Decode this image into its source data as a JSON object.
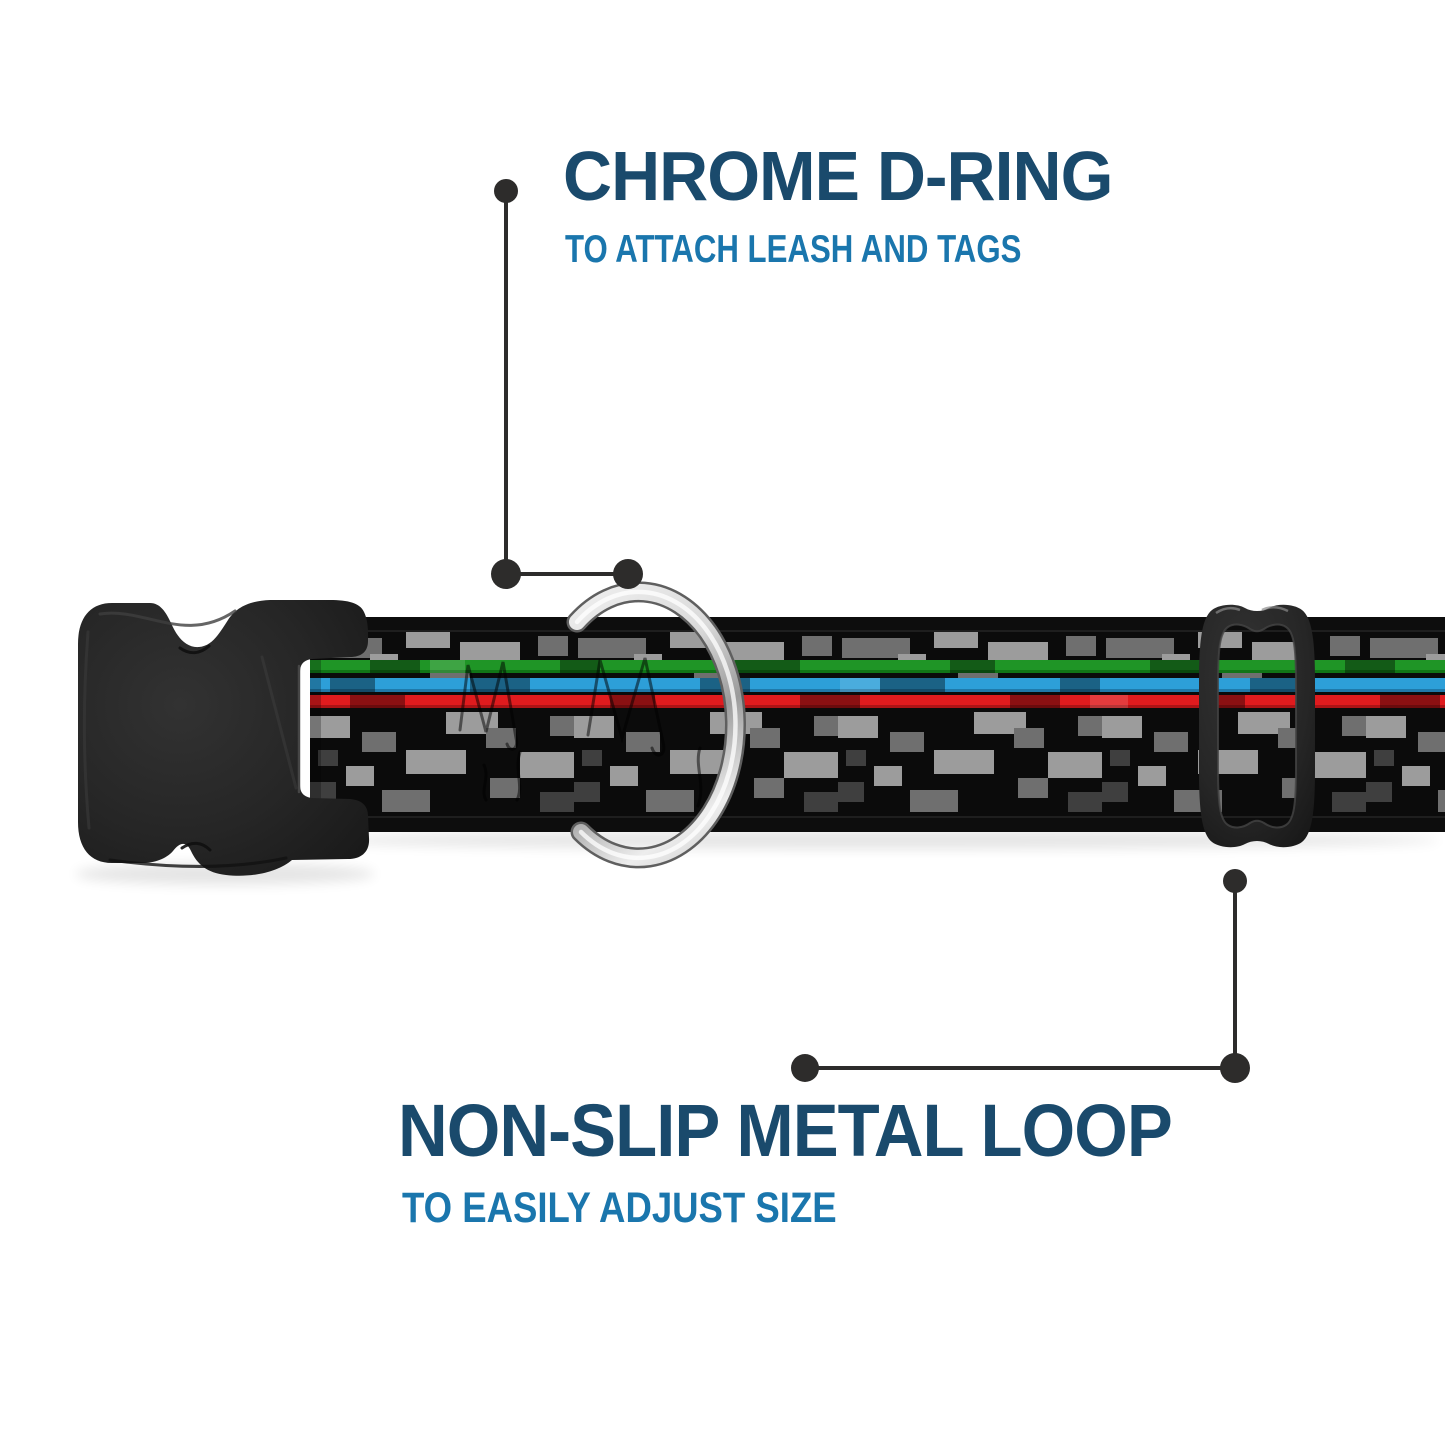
{
  "annotations": {
    "top": {
      "title": "CHROME D-RING",
      "subtitle": "TO ATTACH LEASH AND TAGS"
    },
    "bottom": {
      "title": "NON-SLIP METAL LOOP",
      "subtitle": "TO EASILY ADJUST SIZE"
    }
  },
  "colors": {
    "background": "#ffffff",
    "title_navy": "#1a4a6c",
    "subtitle_blue": "#1a76ad",
    "callout": "#2d2c2b",
    "strap_black": "#0b0b0b",
    "camo_light": "#9c9c9c",
    "camo_mid": "#6f6f6f",
    "camo_dark": "#3f3f3f",
    "stripe_green": "#1f9526",
    "stripe_blue": "#2d9fd8",
    "stripe_red": "#e01b1e",
    "hardware_black": "#242424",
    "chrome_light": "#f2f2f2",
    "chrome_dark": "#9a9a9a"
  }
}
